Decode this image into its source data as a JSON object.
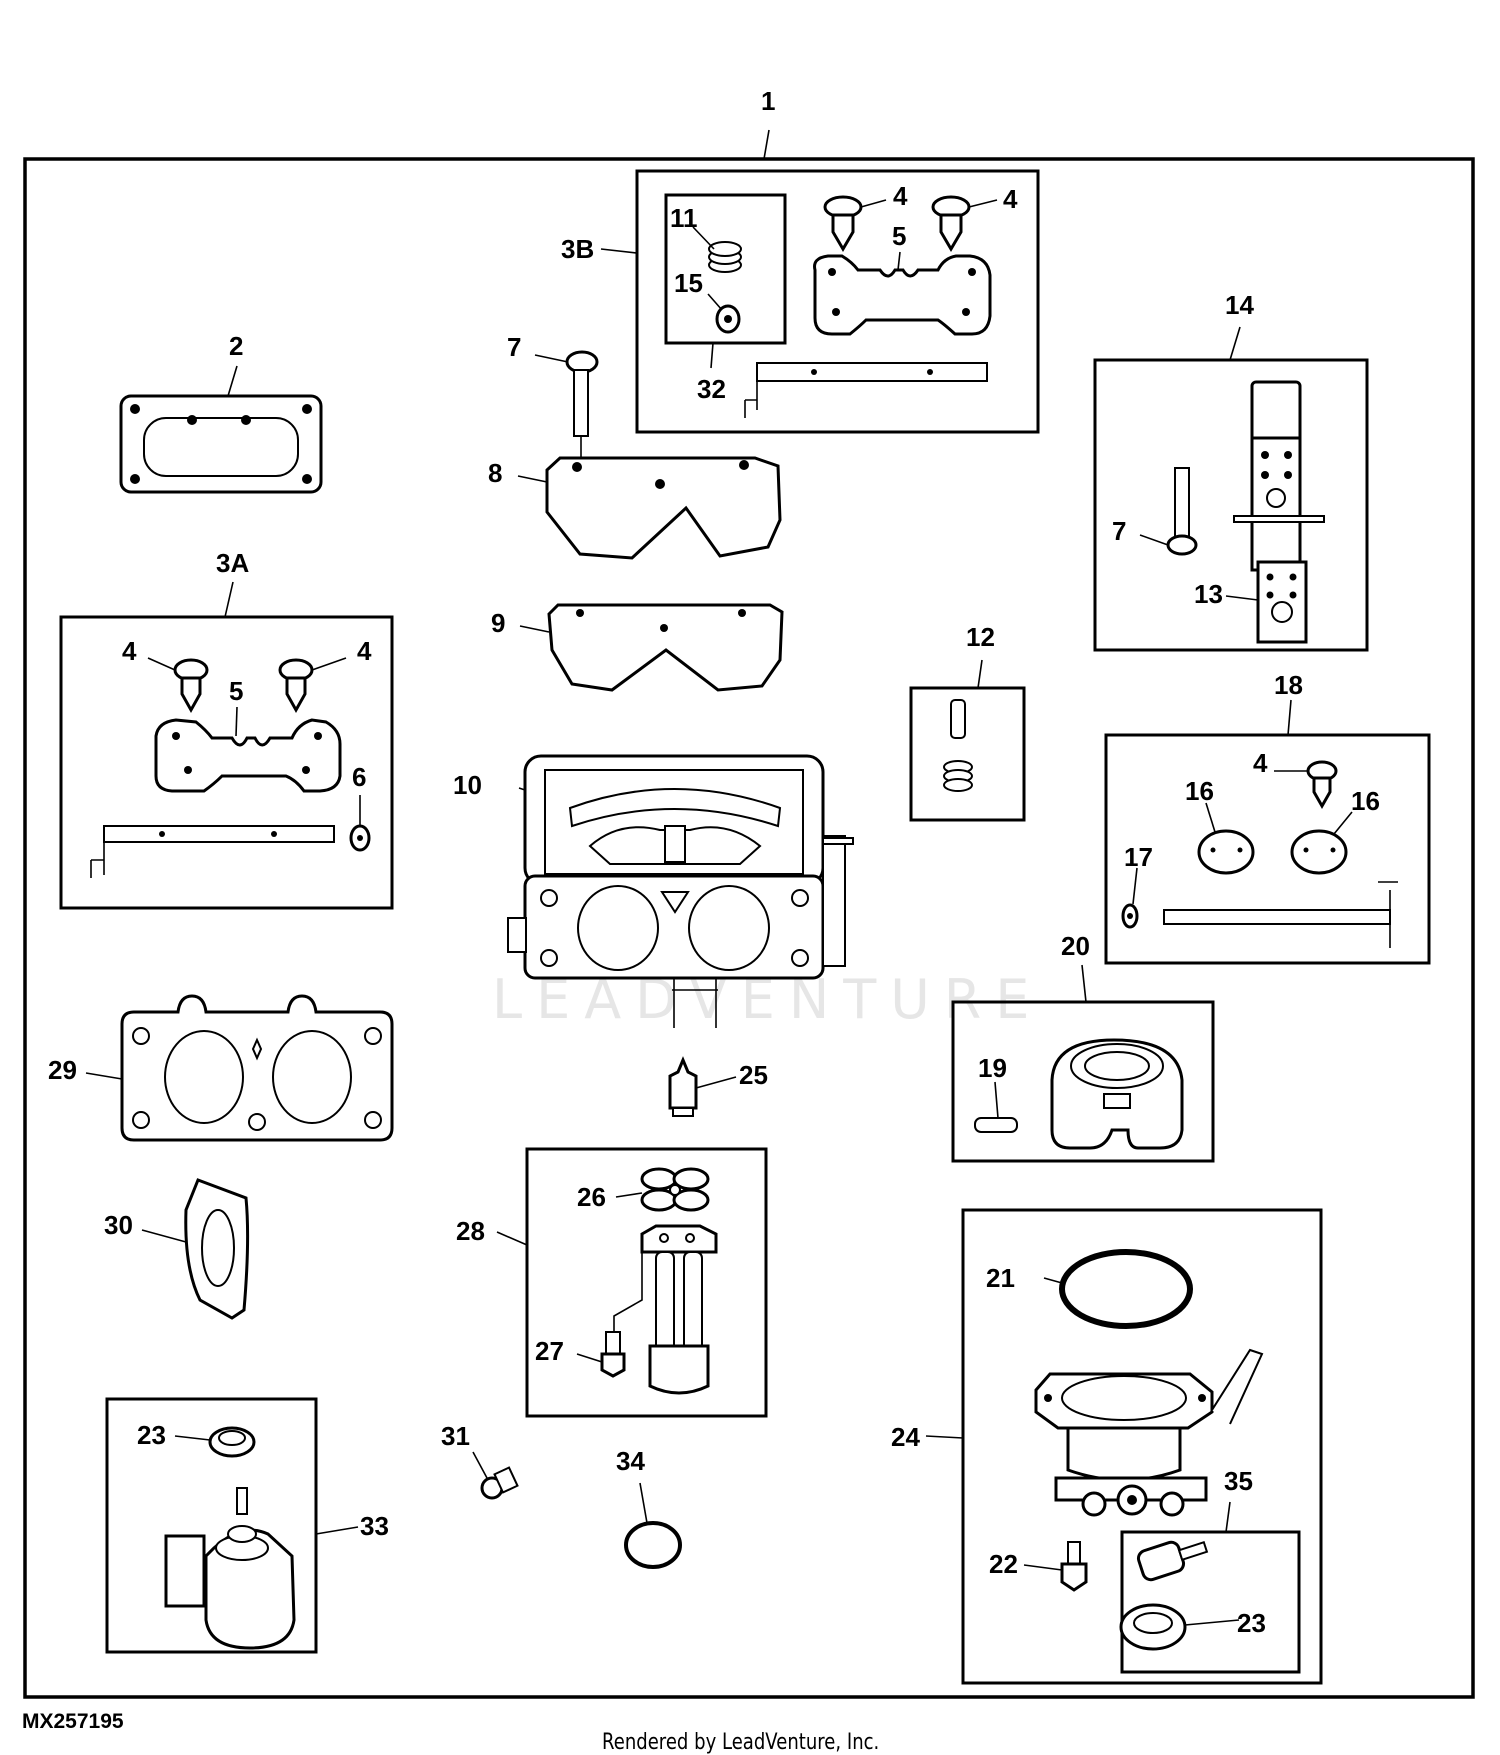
{
  "diagram": {
    "figure_id": "MX257195",
    "credit": "Rendered by LeadVenture, Inc.",
    "watermark": "LEADVENTURE",
    "colors": {
      "line": "#000000",
      "background": "#ffffff",
      "watermark": "#e6e6e6"
    },
    "callouts": [
      {
        "id": "c1",
        "label": "1",
        "part": "carburetor-assembly-frame"
      },
      {
        "id": "c2",
        "label": "2",
        "part": "gasket-rectangular"
      },
      {
        "id": "c3a",
        "label": "3A",
        "part": "kit-3A"
      },
      {
        "id": "c3b",
        "label": "3B",
        "part": "kit-3B"
      },
      {
        "id": "c4a",
        "label": "4",
        "part": "screw-3B-left"
      },
      {
        "id": "c4b",
        "label": "4",
        "part": "screw-3B-right"
      },
      {
        "id": "c4c",
        "label": "4",
        "part": "screw-3A-left"
      },
      {
        "id": "c4d",
        "label": "4",
        "part": "screw-3A-right"
      },
      {
        "id": "c4e",
        "label": "4",
        "part": "screw-18"
      },
      {
        "id": "c5a",
        "label": "5",
        "part": "plate-3B"
      },
      {
        "id": "c5b",
        "label": "5",
        "part": "plate-3A"
      },
      {
        "id": "c6",
        "label": "6",
        "part": "washer-3A"
      },
      {
        "id": "c7a",
        "label": "7",
        "part": "screw-top"
      },
      {
        "id": "c7b",
        "label": "7",
        "part": "screw-14"
      },
      {
        "id": "c8",
        "label": "8",
        "part": "cover"
      },
      {
        "id": "c9",
        "label": "9",
        "part": "gasket-cover"
      },
      {
        "id": "c10",
        "label": "10",
        "part": "carburetor-body"
      },
      {
        "id": "c11",
        "label": "11",
        "part": "spring"
      },
      {
        "id": "c12",
        "label": "12",
        "part": "screw-spring-kit"
      },
      {
        "id": "c13",
        "label": "13",
        "part": "gasket-small"
      },
      {
        "id": "c14",
        "label": "14",
        "part": "kit-14"
      },
      {
        "id": "c15",
        "label": "15",
        "part": "washer-15"
      },
      {
        "id": "c16a",
        "label": "16",
        "part": "plate-round-left"
      },
      {
        "id": "c16b",
        "label": "16",
        "part": "plate-round-right"
      },
      {
        "id": "c17",
        "label": "17",
        "part": "washer-17"
      },
      {
        "id": "c18",
        "label": "18",
        "part": "kit-18"
      },
      {
        "id": "c19",
        "label": "19",
        "part": "pin"
      },
      {
        "id": "c20",
        "label": "20",
        "part": "float-kit"
      },
      {
        "id": "c21",
        "label": "21",
        "part": "o-ring-large"
      },
      {
        "id": "c22",
        "label": "22",
        "part": "bolt"
      },
      {
        "id": "c23a",
        "label": "23",
        "part": "washer-33"
      },
      {
        "id": "c23b",
        "label": "23",
        "part": "washer-35"
      },
      {
        "id": "c24",
        "label": "24",
        "part": "fuel-bowl-kit"
      },
      {
        "id": "c25",
        "label": "25",
        "part": "needle-valve"
      },
      {
        "id": "c26",
        "label": "26",
        "part": "gasket-4-hole"
      },
      {
        "id": "c27",
        "label": "27",
        "part": "screw-27"
      },
      {
        "id": "c28",
        "label": "28",
        "part": "emulsion-tube-kit"
      },
      {
        "id": "c29",
        "label": "29",
        "part": "gasket-flange"
      },
      {
        "id": "c30",
        "label": "30",
        "part": "gasket-30"
      },
      {
        "id": "c31",
        "label": "31",
        "part": "fitting"
      },
      {
        "id": "c32",
        "label": "32",
        "part": "sub-kit-32"
      },
      {
        "id": "c33",
        "label": "33",
        "part": "solenoid-kit"
      },
      {
        "id": "c34",
        "label": "34",
        "part": "o-ring-small"
      },
      {
        "id": "c35",
        "label": "35",
        "part": "solenoid-kit-35"
      }
    ]
  }
}
